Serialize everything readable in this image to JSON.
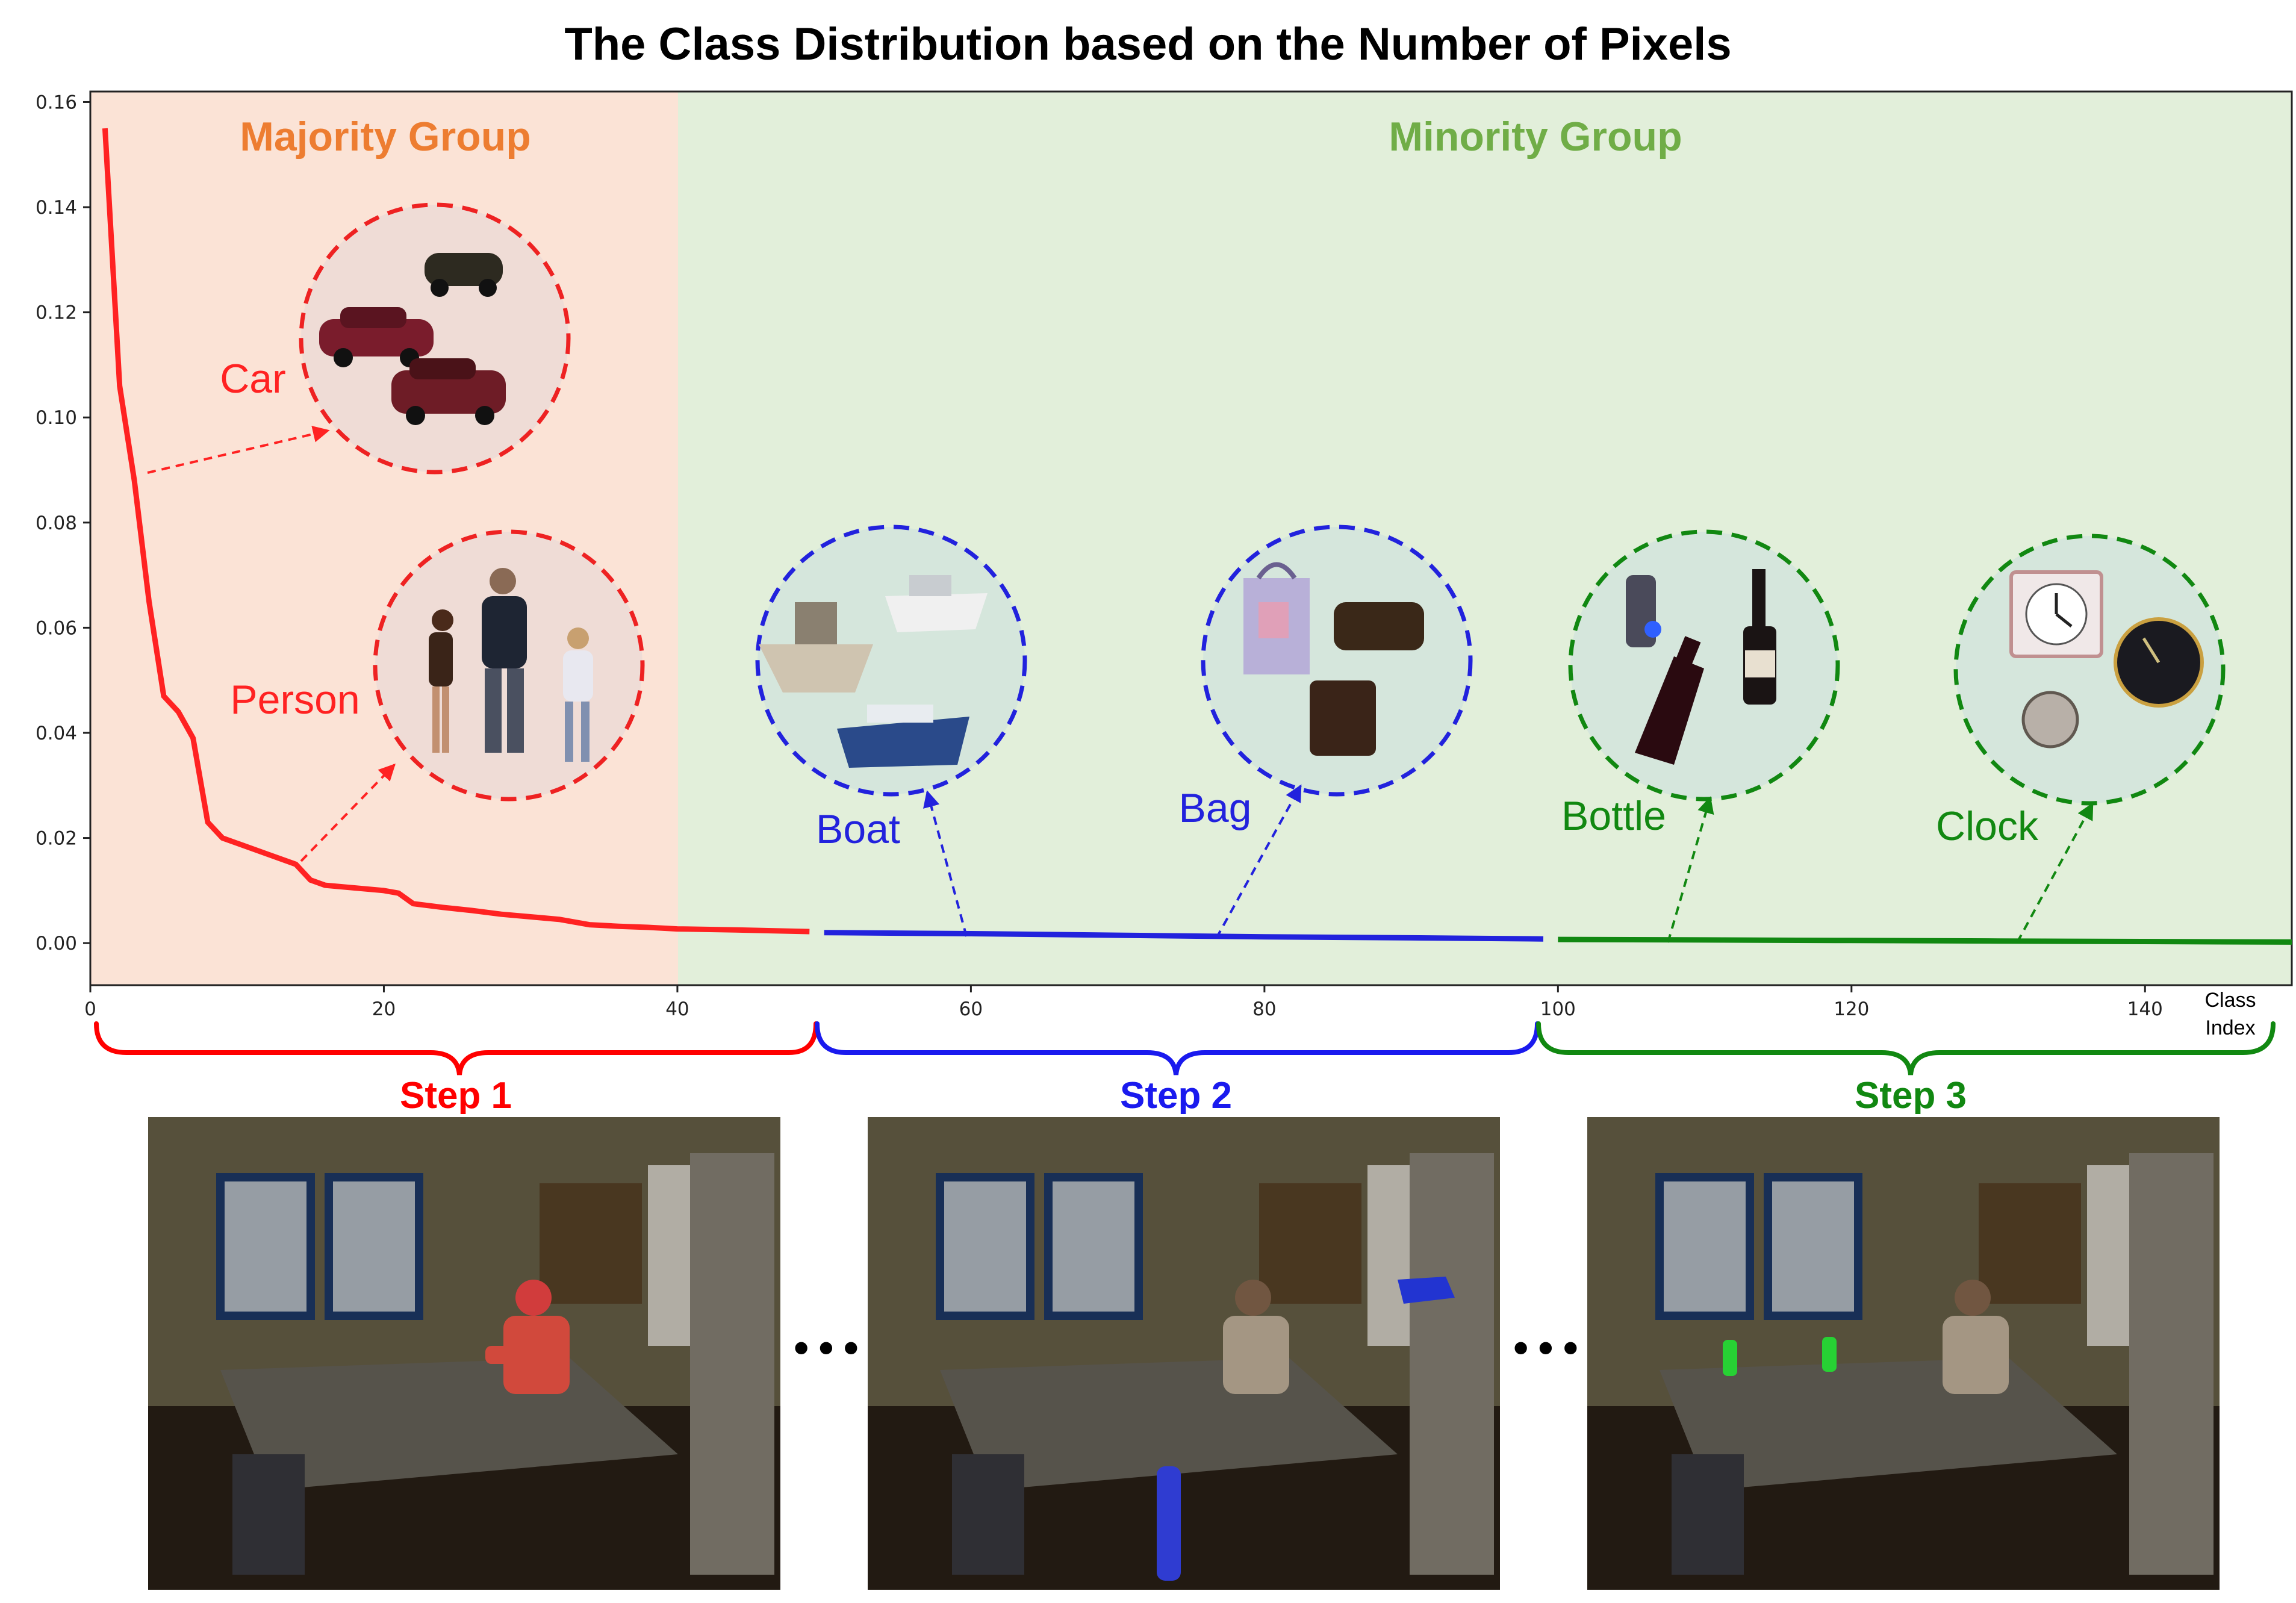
{
  "title": "The Class Distribution based on the Number of Pixels",
  "chart_data": {
    "type": "line",
    "title": "The Class Distribution based on the Number of Pixels",
    "xlabel": "Class\nIndex",
    "ylabel": "",
    "xlim": [
      0,
      150
    ],
    "ylim": [
      -0.008,
      0.162
    ],
    "xticks": [
      0,
      20,
      40,
      60,
      80,
      100,
      120,
      140
    ],
    "yticks": [
      0.0,
      0.02,
      0.04,
      0.06,
      0.08,
      0.1,
      0.12,
      0.14,
      0.16
    ],
    "grid": false,
    "series": [
      {
        "color": "#ff2222",
        "x": [
          1,
          2,
          3,
          4,
          5,
          6,
          7,
          8,
          9,
          10,
          12,
          14,
          15,
          16,
          18,
          20,
          21,
          22,
          24,
          26,
          28,
          30,
          32,
          34,
          36,
          38,
          40,
          44,
          49
        ],
        "y": [
          0.155,
          0.106,
          0.088,
          0.065,
          0.047,
          0.044,
          0.039,
          0.023,
          0.02,
          0.019,
          0.017,
          0.015,
          0.012,
          0.011,
          0.0105,
          0.01,
          0.0095,
          0.0075,
          0.0068,
          0.0062,
          0.0055,
          0.005,
          0.0045,
          0.0035,
          0.0032,
          0.003,
          0.0027,
          0.0025,
          0.0022
        ]
      },
      {
        "color": "#2222dd",
        "x": [
          50,
          60,
          70,
          80,
          90,
          99
        ],
        "y": [
          0.002,
          0.0018,
          0.0015,
          0.0012,
          0.001,
          0.0008
        ]
      },
      {
        "color": "#118811",
        "x": [
          100,
          110,
          120,
          130,
          140,
          150
        ],
        "y": [
          0.0007,
          0.0006,
          0.0005,
          0.0004,
          0.0003,
          0.0002
        ]
      }
    ],
    "regions": [
      {
        "name": "Majority Group",
        "x": [
          0,
          40
        ],
        "fill": "#fbe3d6",
        "label_color": "#ed7d31"
      },
      {
        "name": "Minority Group",
        "x": [
          40,
          150
        ],
        "fill": "#e2efda",
        "label_color": "#70ad47"
      }
    ],
    "annotations": [
      {
        "label": "Car",
        "color": "#ff2222",
        "point": [
          4,
          0.09
        ]
      },
      {
        "label": "Person",
        "color": "#ff2222",
        "point": [
          14,
          0.015
        ]
      },
      {
        "label": "Boat",
        "color": "#2222dd",
        "point": [
          60,
          0.0018
        ]
      },
      {
        "label": "Bag",
        "color": "#2222dd",
        "point": [
          77,
          0.0013
        ]
      },
      {
        "label": "Bottle",
        "color": "#118811",
        "point": [
          108,
          0.0006
        ]
      },
      {
        "label": "Clock",
        "color": "#118811",
        "point": [
          132,
          0.0004
        ]
      }
    ]
  },
  "groups": {
    "majority": "Majority Group",
    "minority": "Minority Group"
  },
  "classes": {
    "car": "Car",
    "person": "Person",
    "boat": "Boat",
    "bag": "Bag",
    "bottle": "Bottle",
    "clock": "Clock"
  },
  "axis": {
    "xlabel_line1": "Class",
    "xlabel_line2": "Index"
  },
  "steps": [
    {
      "label": "Step 1",
      "color": "#ff0000"
    },
    {
      "label": "Step 2",
      "color": "#1a1aee"
    },
    {
      "label": "Step 3",
      "color": "#118811"
    }
  ],
  "ellipsis": "•••",
  "colors": {
    "red": "#ff2222",
    "blue": "#2222dd",
    "green": "#118811"
  }
}
